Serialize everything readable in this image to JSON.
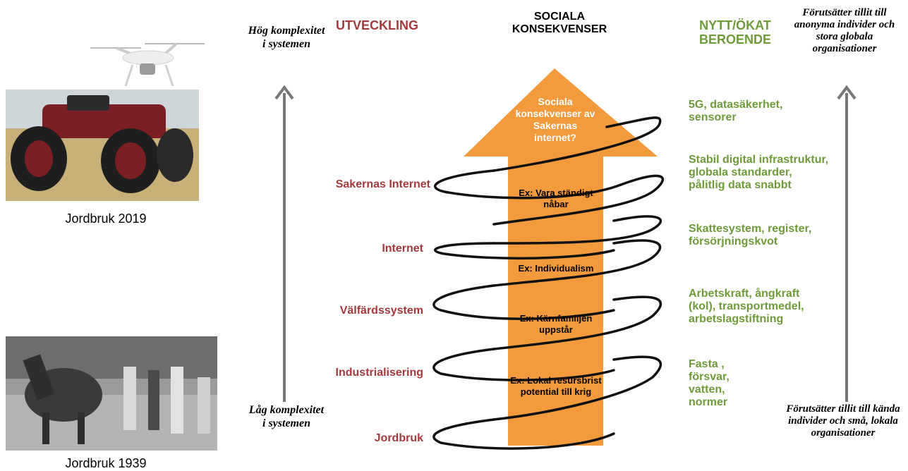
{
  "headers": {
    "development": "UTVECKLING",
    "social": "SOCIALA KONSEKVENSER",
    "dependency": "NYTT/ÖKAT BEROENDE"
  },
  "left_axis": {
    "top": "Hög komplexitet i systemen",
    "bottom": "Låg komplexitet i systemen"
  },
  "right_axis": {
    "top": "Förutsätter tillit till anonyma individer och stora globala organisationer",
    "bottom": "Förutsätter tillit till kända individer och små, lokala organisationer"
  },
  "arrow_title": "Sociala konsekvenser av Sakernas internet?",
  "stages": [
    {
      "label": "Sakernas Internet"
    },
    {
      "label": "Internet"
    },
    {
      "label": "Välfärdssystem"
    },
    {
      "label": "Industrialisering"
    },
    {
      "label": "Jordbruk"
    }
  ],
  "examples": [
    "Ex: Vara ständigt nåbar",
    "Ex: Individualism",
    "Ex: Kärnfamiljen uppstår",
    "Ex: Lokal resursbrist potential till krig"
  ],
  "dependencies": [
    "5G, datasäkerhet, sensorer",
    "Stabil digital infrastruktur, globala standarder, pålitlig data snabbt",
    "Skattesystem, register, försörjningskvot",
    "Arbetskraft, ångkraft (kol), transportmedel, arbetslagstiftning",
    "Fasta , försvar, vatten, normer"
  ],
  "images": {
    "top_caption": "Jordbruk 2019",
    "bottom_caption": "Jordbruk 1939"
  },
  "colors": {
    "arrow": "#f39a3c",
    "development": "#a23a3c",
    "dependency": "#6e9b3a"
  }
}
